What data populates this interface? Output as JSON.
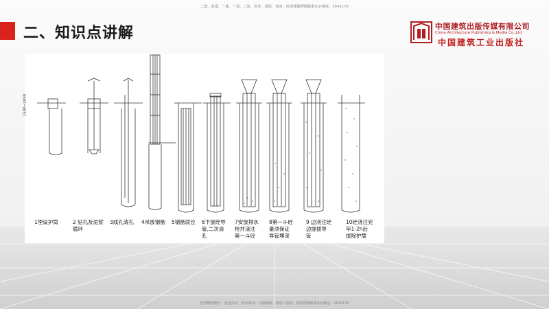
{
  "header": {
    "top_note": "二建、监理、一建、一造、二造、安全、消防、咨询、检测课程押题联系QQ/微信：3849178",
    "section_title": "二、知识点讲解"
  },
  "logo": {
    "name_cn": "中国建筑出版传媒有限公司",
    "name_en": "China Architecture Publishing & Media Co.,Ltd",
    "brand": "中国建筑工业出版社"
  },
  "figure": {
    "dimension_label": "1500~2000",
    "steps": [
      {
        "label": "1埋设护筒"
      },
      {
        "label": "2 钻孔及泥浆\n循环"
      },
      {
        "label": "3成孔清孔"
      },
      {
        "label": "4吊放钢筋"
      },
      {
        "label": "5钢筋就位"
      },
      {
        "label": "6下放砼导\n管,二次清\n孔"
      },
      {
        "label": "7安放排水\n栓并浇注\n第一斗砼"
      },
      {
        "label": "8第一斗砼\n量须保证\n导管埋深"
      },
      {
        "label": "9 边浇注砼\n边提拔导\n管"
      },
      {
        "label": "10砼浇注完\n毕1-2h后\n拔除护筒"
      }
    ]
  },
  "footer": {
    "note": "包押题押题卡、类全内训、考点串讲、习题精讲、考前三页纸、助押押题联系QQ/微信：3849178"
  }
}
